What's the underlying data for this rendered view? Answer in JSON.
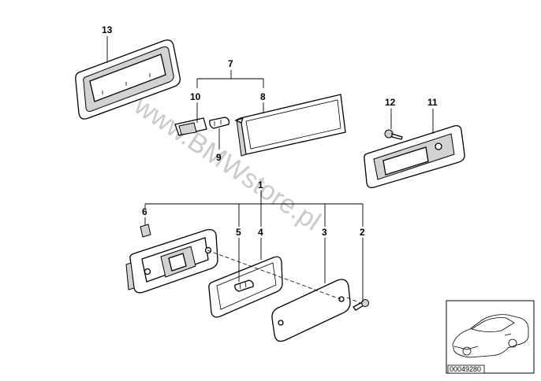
{
  "watermark": "www.BMWstore.pl",
  "callouts": {
    "c1": "1",
    "c2": "2",
    "c3": "3",
    "c4": "4",
    "c5": "5",
    "c6": "6",
    "c7": "7",
    "c8": "8",
    "c9": "9",
    "c10": "10",
    "c11": "11",
    "c12": "12",
    "c13": "13"
  },
  "reference_number": "00049280"
}
